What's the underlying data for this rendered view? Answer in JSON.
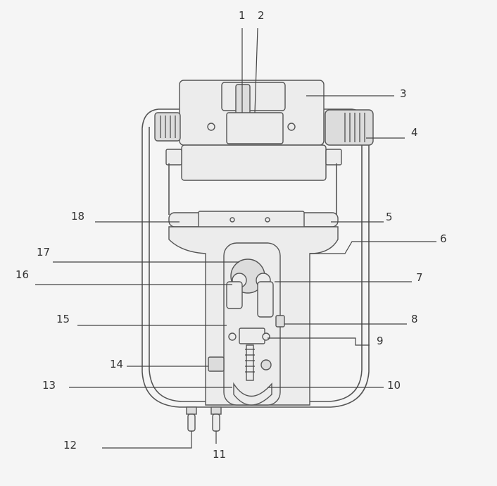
{
  "callouts": {
    "c1": "1",
    "c2": "2",
    "c3": "3",
    "c4": "4",
    "c5": "5",
    "c6": "6",
    "c7": "7",
    "c8": "8",
    "c9": "9",
    "c10": "10",
    "c11": "11",
    "c12": "12",
    "c13": "13",
    "c14": "14",
    "c15": "15",
    "c16": "16",
    "c17": "17",
    "c18": "18"
  },
  "colors": {
    "stroke": "#555555",
    "fill": "#ececec",
    "label": "#333333",
    "background": "#f5f5f5"
  }
}
